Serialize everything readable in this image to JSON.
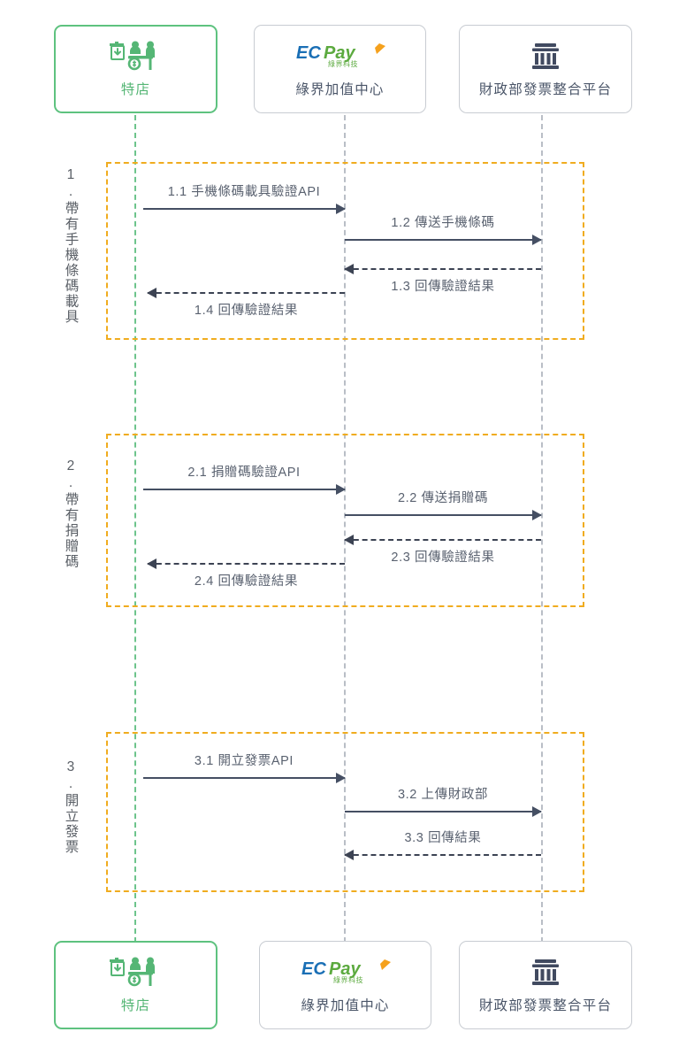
{
  "diagram": {
    "title": "ECPay e-Invoice sequence flow",
    "colors": {
      "merchant_green": "#55b675",
      "lifeline_green": "#6dc48c",
      "lifeline_gray": "#b9bec6",
      "frame_orange": "#f0ac1f",
      "arrow_slate": "#454f63",
      "actor_text": "#4a5568",
      "ecpay_blue": "#1a6fb5",
      "ecpay_green": "#5caa3f",
      "ecpay_orange": "#f5a11d",
      "mof_icon": "#414a60"
    }
  },
  "actors": [
    {
      "id": "merchant",
      "label": "特店",
      "icon": "merchant-counter-icon"
    },
    {
      "id": "ecpay",
      "label": "綠界加值中心",
      "icon": "ecpay-logo",
      "logo_text_primary": "EC",
      "logo_text_secondary": "Pay",
      "logo_subtext": "綠界科技"
    },
    {
      "id": "mof",
      "label": "財政部發票整合平台",
      "icon": "government-bank-icon"
    }
  ],
  "sections": [
    {
      "id": "section-1",
      "number": "1.",
      "label": "1. 帶有手機條碼載具",
      "vertical_text": "1.帶有手機條碼載具",
      "messages": [
        {
          "id": "1.1",
          "text": "1.1 手機條碼載具驗證API",
          "from": "merchant",
          "to": "ecpay",
          "style": "solid",
          "caption_position": "above"
        },
        {
          "id": "1.2",
          "text": "1.2 傳送手機條碼",
          "from": "ecpay",
          "to": "mof",
          "style": "solid",
          "caption_position": "above"
        },
        {
          "id": "1.3",
          "text": "1.3 回傳驗證結果",
          "from": "mof",
          "to": "ecpay",
          "style": "dashed",
          "caption_position": "below"
        },
        {
          "id": "1.4",
          "text": "1.4 回傳驗證結果",
          "from": "ecpay",
          "to": "merchant",
          "style": "dashed",
          "caption_position": "below"
        }
      ]
    },
    {
      "id": "section-2",
      "number": "2.",
      "label": "2. 帶有捐贈碼",
      "vertical_text": "2.帶有捐贈碼",
      "messages": [
        {
          "id": "2.1",
          "text": "2.1 捐贈碼驗證API",
          "from": "merchant",
          "to": "ecpay",
          "style": "solid",
          "caption_position": "above"
        },
        {
          "id": "2.2",
          "text": "2.2 傳送捐贈碼",
          "from": "ecpay",
          "to": "mof",
          "style": "solid",
          "caption_position": "above"
        },
        {
          "id": "2.3",
          "text": "2.3 回傳驗證結果",
          "from": "mof",
          "to": "ecpay",
          "style": "dashed",
          "caption_position": "below"
        },
        {
          "id": "2.4",
          "text": "2.4 回傳驗證結果",
          "from": "ecpay",
          "to": "merchant",
          "style": "dashed",
          "caption_position": "below"
        }
      ]
    },
    {
      "id": "section-3",
      "number": "3.",
      "label": "3. 開立發票",
      "vertical_text": "3.開立發票",
      "messages": [
        {
          "id": "3.1",
          "text": "3.1 開立發票API",
          "from": "merchant",
          "to": "ecpay",
          "style": "solid",
          "caption_position": "above"
        },
        {
          "id": "3.2",
          "text": "3.2 上傳財政部",
          "from": "ecpay",
          "to": "mof",
          "style": "solid",
          "caption_position": "above"
        },
        {
          "id": "3.3",
          "text": "3.3 回傳結果",
          "from": "mof",
          "to": "ecpay",
          "style": "dashed",
          "caption_position": "above"
        }
      ]
    }
  ]
}
